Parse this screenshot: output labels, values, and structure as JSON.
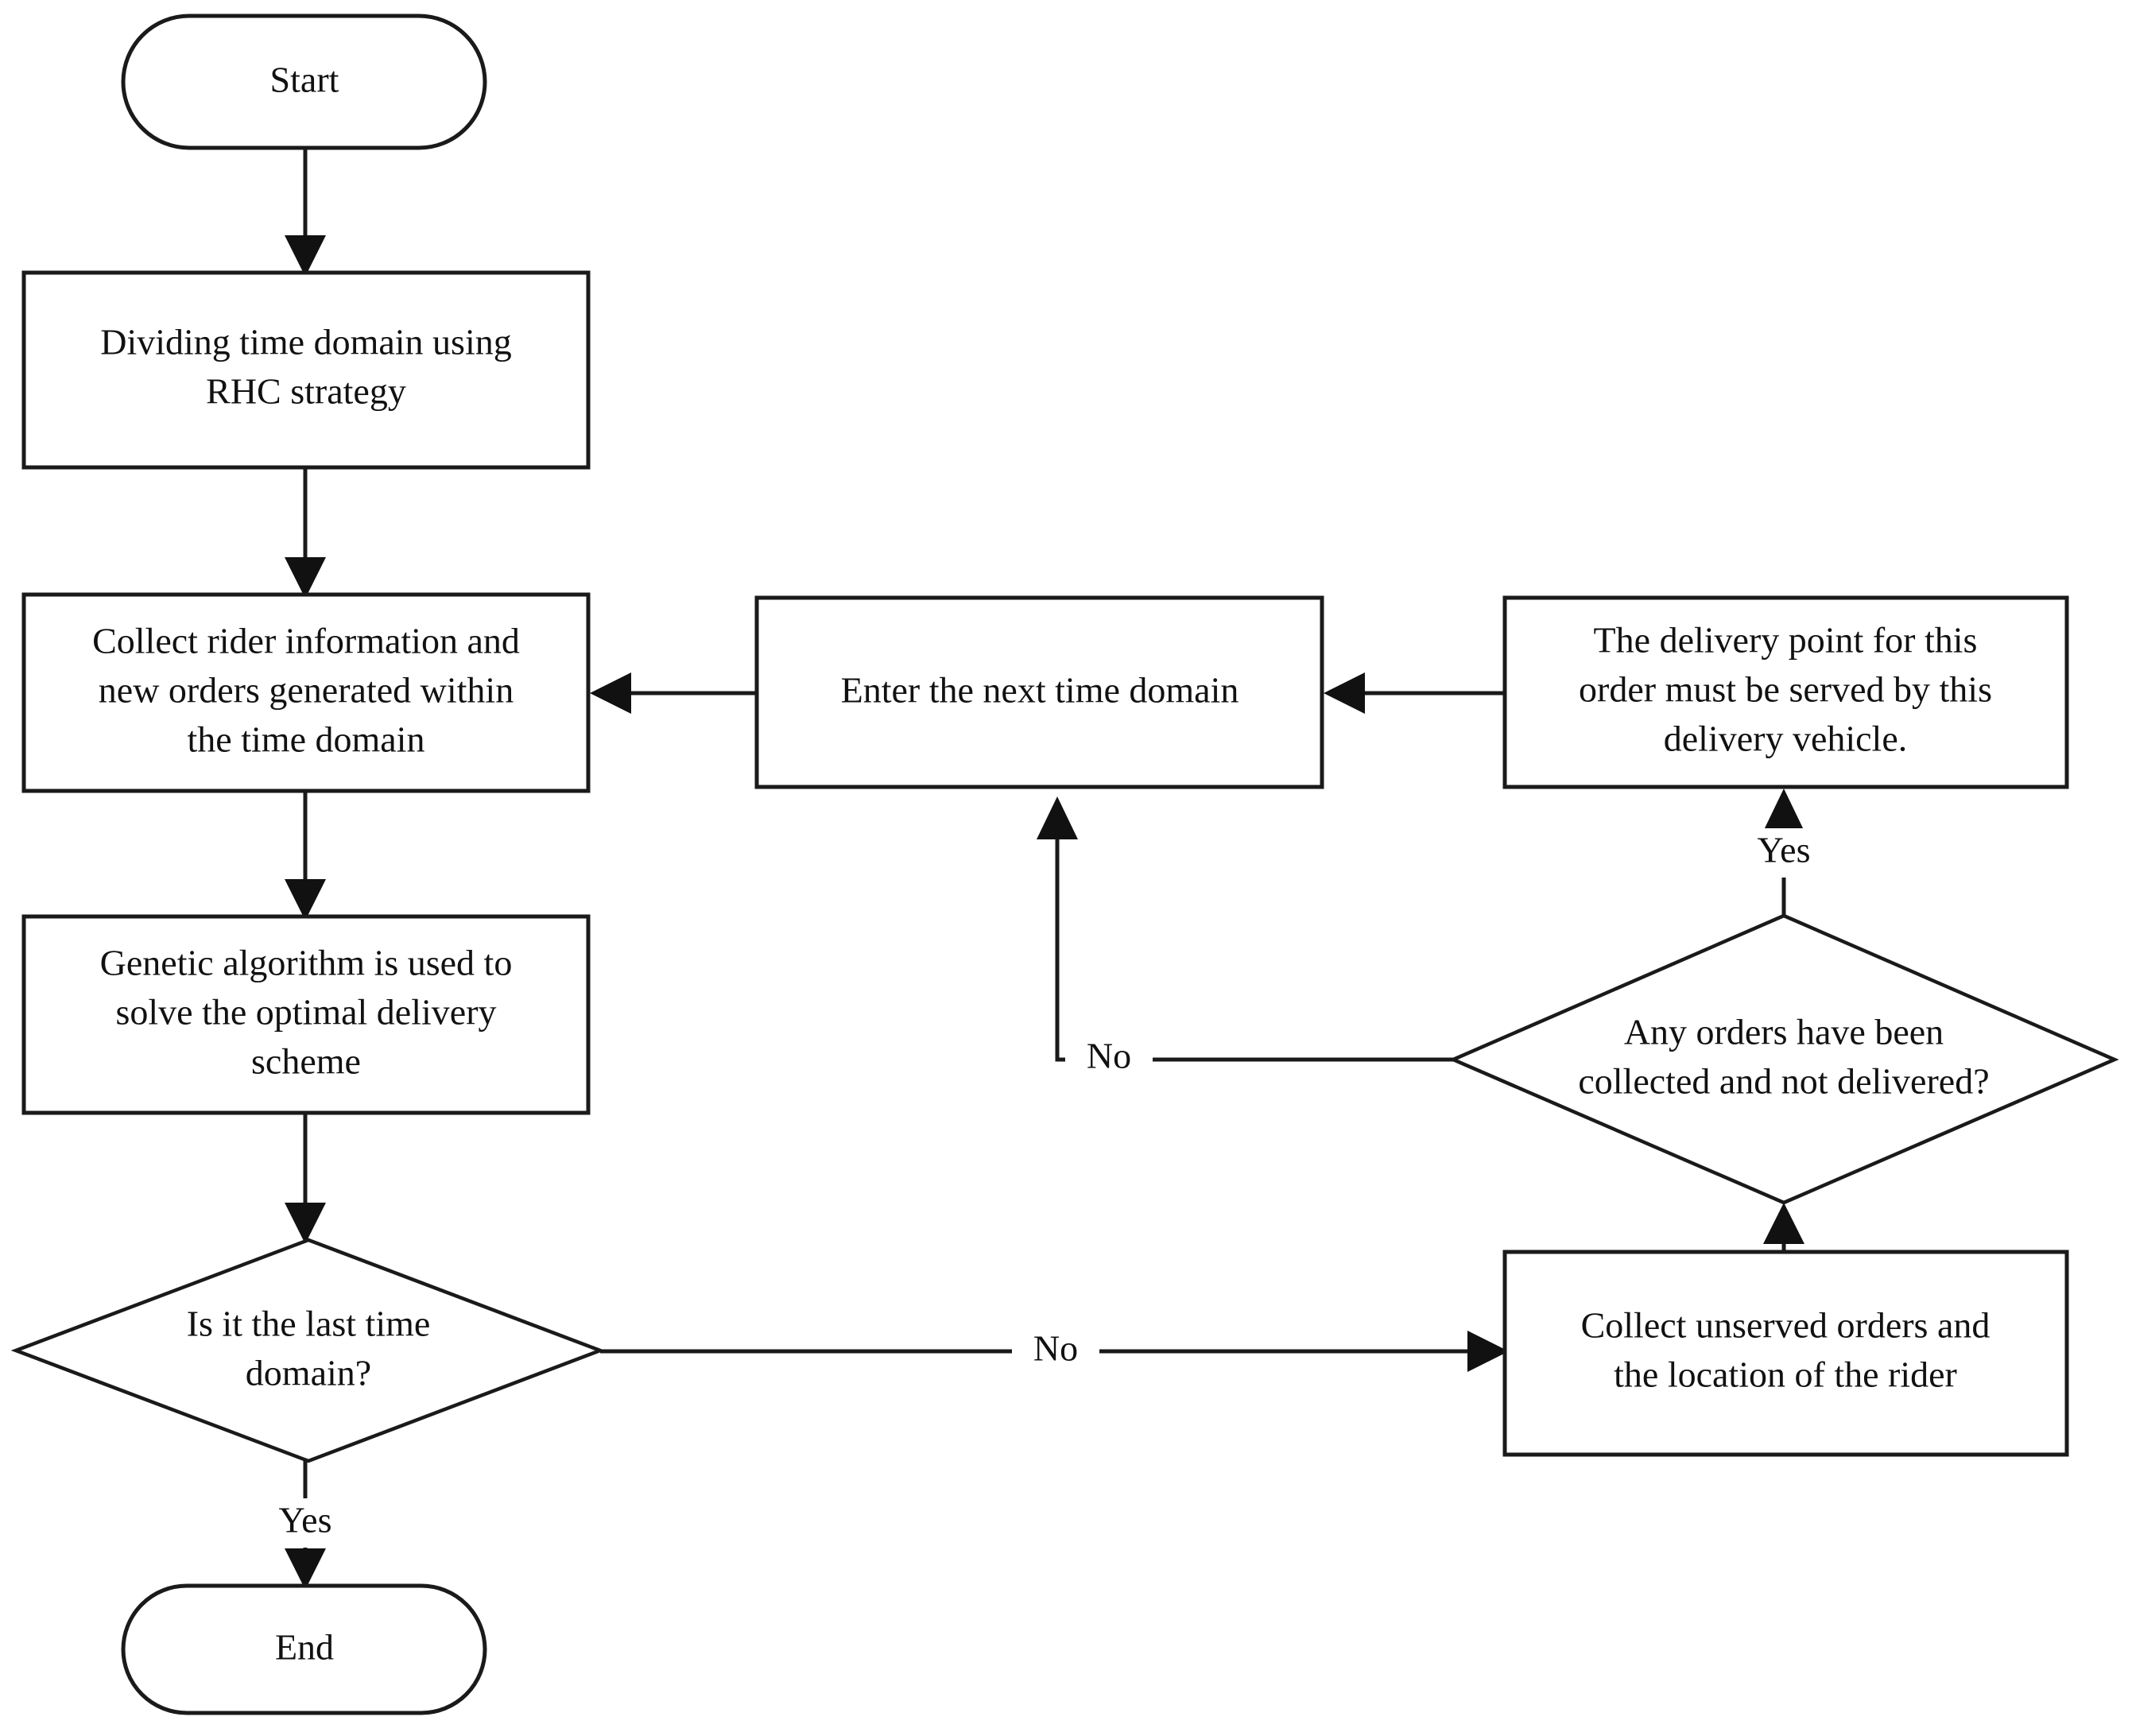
{
  "diagram": {
    "type": "flowchart",
    "title": "Rolling Horizon Control delivery scheduling flowchart",
    "background_color": "#ffffff",
    "line_color": "#1a1a1a",
    "text_color": "#111111",
    "nodes": {
      "start": {
        "shape": "terminator",
        "label": "Start"
      },
      "divide_time": {
        "shape": "process",
        "line1": "Dividing time domain using",
        "line2": "RHC strategy"
      },
      "collect_rider": {
        "shape": "process",
        "line1": "Collect rider information and",
        "line2": "new orders generated within",
        "line3": "the time domain"
      },
      "genetic_algorithm": {
        "shape": "process",
        "line1": "Genetic algorithm is used to",
        "line2": "solve the optimal delivery",
        "line3": "scheme"
      },
      "last_time_domain": {
        "shape": "decision",
        "line1": "Is it the last time",
        "line2": "domain?"
      },
      "end": {
        "shape": "terminator",
        "label": "End"
      },
      "next_time_domain": {
        "shape": "process",
        "line1": "Enter the next time domain"
      },
      "delivery_point": {
        "shape": "process",
        "line1": "The delivery point for this",
        "line2": "order must be served by this",
        "line3": "delivery vehicle."
      },
      "orders_collected": {
        "shape": "decision",
        "line1": "Any orders have been",
        "line2": "collected and not delivered?"
      },
      "collect_unserved": {
        "shape": "process",
        "line1": "Collect unserved orders and",
        "line2": "the location of the rider"
      }
    },
    "edge_labels": {
      "last_domain_yes": "Yes",
      "last_domain_no": "No",
      "orders_yes": "Yes",
      "orders_no": "No"
    }
  }
}
